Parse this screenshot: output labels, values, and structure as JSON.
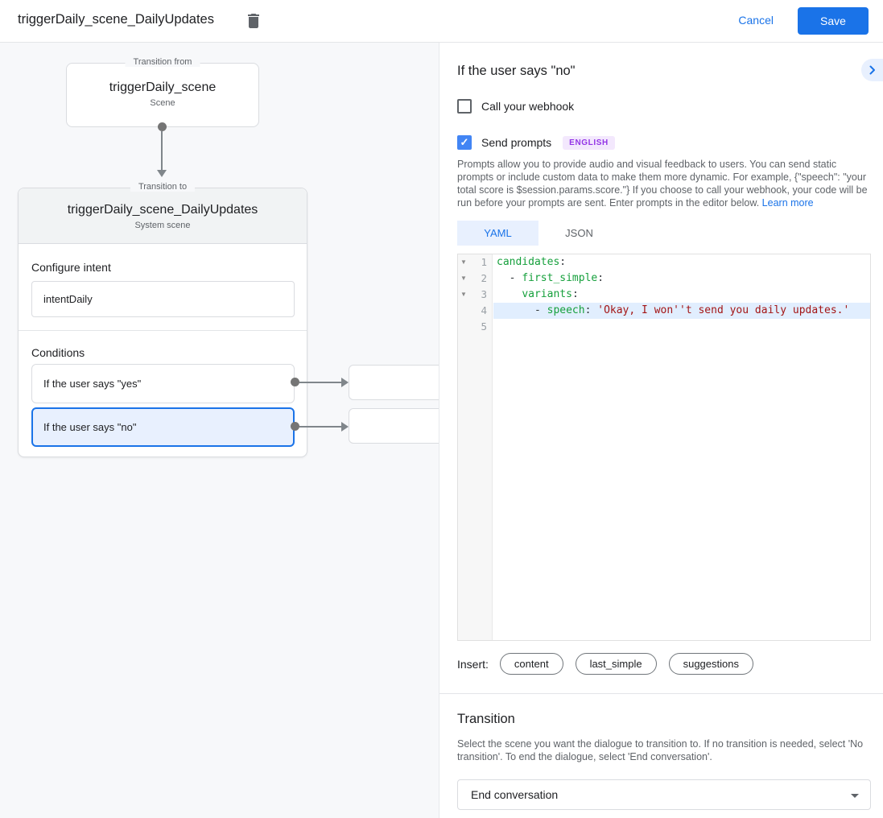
{
  "colors": {
    "accent_blue": "#1a73e8",
    "checkbox_blue": "#4285f4",
    "selected_condition_bg": "#e8f0fe",
    "panel_bg": "#f7f8fa",
    "card_header_bg": "#f1f3f4",
    "border_gray": "#dadce0",
    "text_secondary": "#5f6368",
    "badge_text": "#9334e6",
    "badge_bg": "#f3e8fd",
    "code_key_green": "#16a03c",
    "code_string_red": "#a31515",
    "code_highlight_bg": "#e1eefe"
  },
  "header": {
    "title": "triggerDaily_scene_DailyUpdates",
    "cancel_label": "Cancel",
    "save_label": "Save"
  },
  "flow": {
    "from_node": {
      "group_label": "Transition from",
      "title": "triggerDaily_scene",
      "subtitle": "Scene"
    },
    "to_node": {
      "group_label": "Transition to",
      "title": "triggerDaily_scene_DailyUpdates",
      "subtitle": "System scene",
      "configure_intent_label": "Configure intent",
      "intent_value": "intentDaily",
      "conditions_label": "Conditions",
      "conditions": [
        {
          "label": "If the user says \"yes\"",
          "selected": false
        },
        {
          "label": "If the user says \"no\"",
          "selected": true
        }
      ]
    }
  },
  "detail": {
    "title": "If the user says \"no\"",
    "webhook": {
      "label": "Call your webhook",
      "checked": false
    },
    "send_prompts": {
      "label": "Send prompts",
      "checked": true,
      "badge": "ENGLISH",
      "check_glyph": "✓"
    },
    "description": "Prompts allow you to provide audio and visual feedback to users. You can send static prompts or include custom data to make them more dynamic. For example, {\"speech\": \"your total score is $session.params.score.\"} If you choose to call your webhook, your code will be run before your prompts are sent. Enter prompts in the editor below. ",
    "learn_more_label": "Learn more",
    "tabs": [
      {
        "label": "YAML",
        "active": true
      },
      {
        "label": "JSON",
        "active": false
      }
    ],
    "editor": {
      "fold_glyph": "▼",
      "lines": [
        {
          "num": "1",
          "seg": {
            "a": "",
            "key": "candidates",
            "b": ":",
            "str": ""
          }
        },
        {
          "num": "2",
          "seg": {
            "a": "  - ",
            "key": "first_simple",
            "b": ":",
            "str": ""
          }
        },
        {
          "num": "3",
          "seg": {
            "a": "    ",
            "key": "variants",
            "b": ":",
            "str": ""
          }
        },
        {
          "num": "4",
          "seg": {
            "a": "      - ",
            "key": "speech",
            "b": ": ",
            "str": "'Okay, I won''t send you daily updates.'"
          }
        },
        {
          "num": "5",
          "seg": {
            "a": "",
            "key": "",
            "b": "",
            "str": ""
          }
        }
      ]
    },
    "insert_label": "Insert:",
    "insert_chips": [
      "content",
      "last_simple",
      "suggestions"
    ],
    "transition": {
      "title": "Transition",
      "description": "Select the scene you want the dialogue to transition to. If no transition is needed, select 'No transition'. To end the dialogue, select 'End conversation'.",
      "dropdown_value": "End conversation"
    }
  }
}
